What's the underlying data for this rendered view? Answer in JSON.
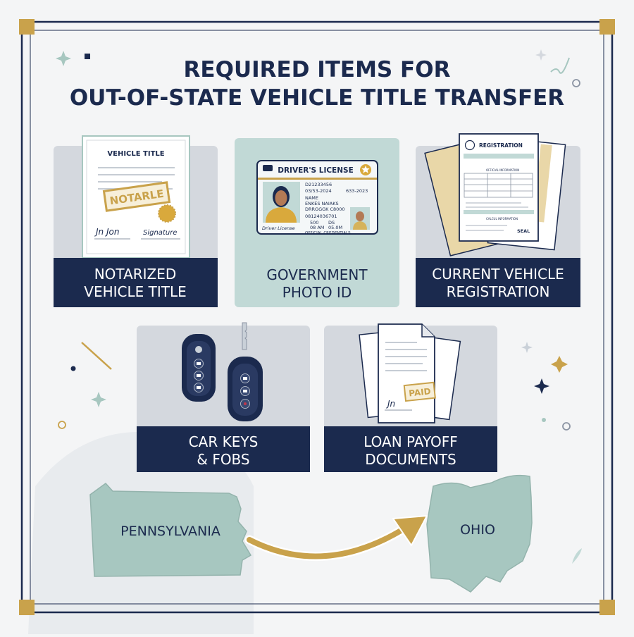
{
  "title": {
    "line1": "REQUIRED ITEMS FOR",
    "line2": "OUT-OF-STATE VEHICLE TITLE TRANSFER"
  },
  "colors": {
    "navy": "#1b2a4e",
    "gold": "#c9a24b",
    "teal": "#a7c7c0",
    "panel_gray": "#d4d8de",
    "panel_teal": "#c1d9d6"
  },
  "cards": {
    "title": {
      "label_line1": "NOTARIZED",
      "label_line2": "VEHICLE TITLE",
      "doc_heading": "VEHICLE TITLE",
      "stamp_text": "NOTARLE",
      "signature_left": "Jn Jon",
      "signature_right": "Signature"
    },
    "id": {
      "label_line1": "GOVERNMENT",
      "label_line2": "PHOTO ID",
      "license_heading": "DRIVER'S LICENSE",
      "line_number": "D21233456",
      "line_dates_left": "03/53-2024",
      "line_dates_right": "633-2023",
      "line_name": "NAME",
      "line_addr1": "ENKES NAIAKS",
      "line_addr2": "DRRGGGK C8000",
      "line_id": "08124036701",
      "line_small1": "500",
      "line_small2": "08 AM",
      "line_small3": "DS",
      "line_small4": "05.0M",
      "footer_left": "Driver License",
      "footer_right": "OFFICIAL CREDENTIALS"
    },
    "registration": {
      "label_line1": "CURRENT VEHICLE",
      "label_line2": "REGISTRATION",
      "doc_heading": "REGISTRATION",
      "sub_heading1": "OFFICIAL INFORMATION",
      "sub_heading2": "CALCUL INFORMATION",
      "seal_text": "SEAL"
    },
    "keys": {
      "label_line1": "CAR KEYS",
      "label_line2": "& FOBS"
    },
    "loan": {
      "label_line1": "LOAN PAYOFF",
      "label_line2": "DOCUMENTS",
      "stamp_text": "PAID",
      "signature": "Jn"
    }
  },
  "map": {
    "from_state": "PENNSYLVANIA",
    "to_state": "OHIO"
  }
}
